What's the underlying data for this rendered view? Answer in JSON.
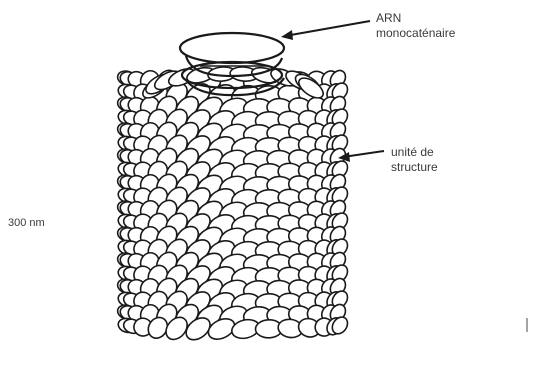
{
  "labels": {
    "rna_line1": "ARN",
    "rna_line2": "monocaténaire",
    "unit_line1": "unité de",
    "unit_line2": "structure",
    "size": "300 nm"
  },
  "colors": {
    "ink": "#1a1a1a",
    "text": "#3a3a3a",
    "background": "#ffffff"
  }
}
